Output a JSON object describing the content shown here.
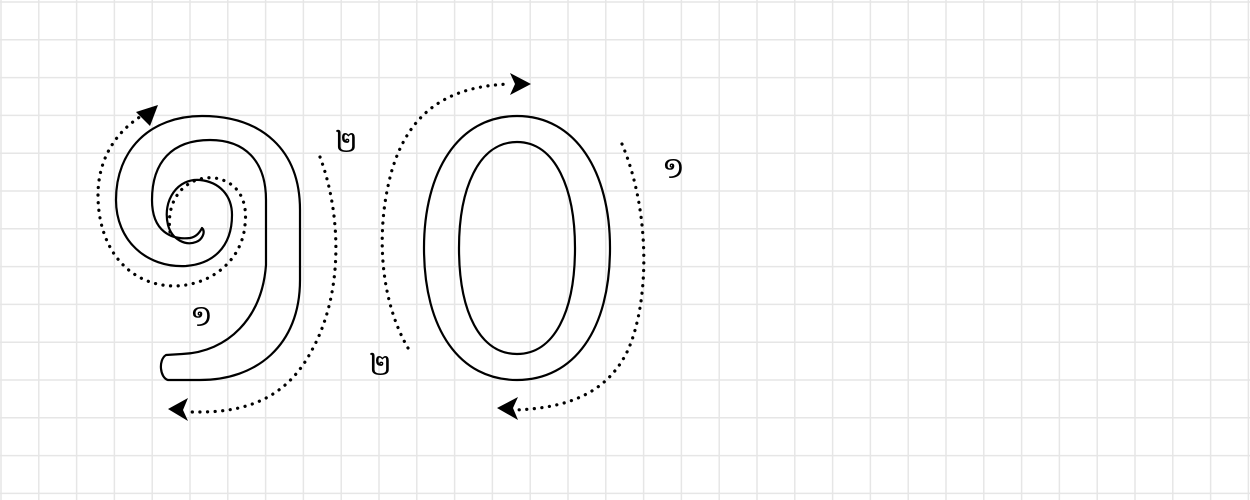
{
  "worksheet": {
    "digit_one_label_top": "២",
    "digit_one_label_bottom": "១",
    "digit_zero_label_left": "២",
    "digit_zero_label_right": "១"
  },
  "colors": {
    "grid_line": "#e6e6e6",
    "stroke": "#000000",
    "background": "#ffffff"
  }
}
